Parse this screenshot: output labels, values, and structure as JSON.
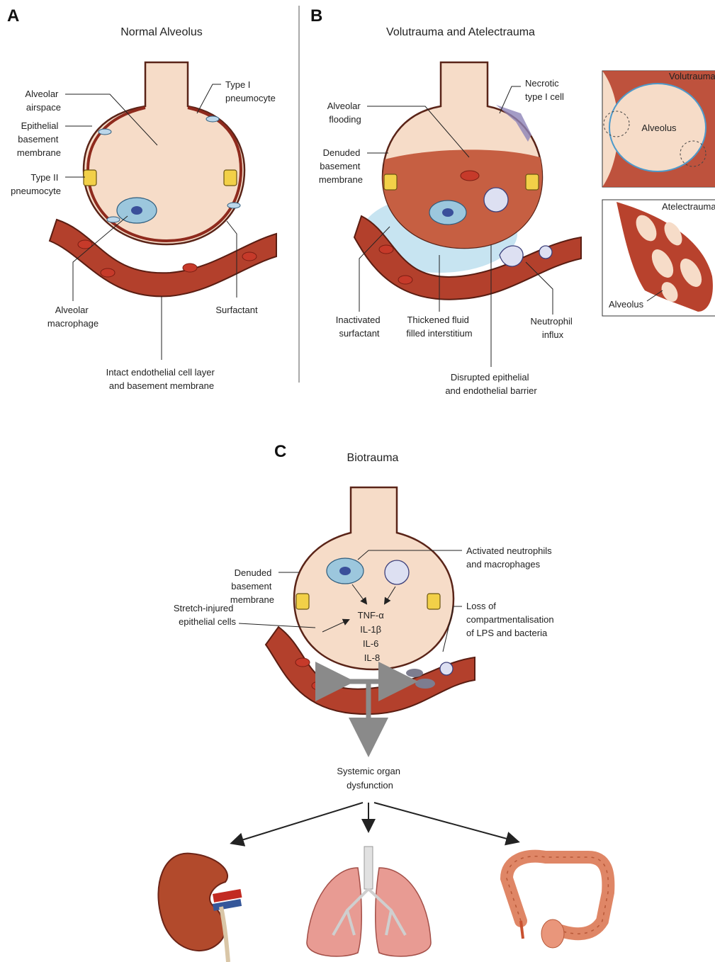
{
  "panels": {
    "a": {
      "letter": "A",
      "title": "Normal Alveolus",
      "labels": {
        "alveolar_airspace": [
          "Alveolar",
          "airspace"
        ],
        "epithelial_bm": [
          "Epithelial",
          "basement",
          "membrane"
        ],
        "type2": [
          "Type II",
          "pneumocyte"
        ],
        "type1": [
          "Type I",
          "pneumocyte"
        ],
        "macrophage": [
          "Alveolar",
          "macrophage"
        ],
        "surfactant": "Surfactant",
        "endothelial": [
          "Intact endothelial cell layer",
          "and basement membrane"
        ]
      }
    },
    "b": {
      "letter": "B",
      "title": "Volutrauma and Atelectrauma",
      "labels": {
        "flooding": [
          "Alveolar",
          "flooding"
        ],
        "denuded": [
          "Denuded",
          "basement",
          "membrane"
        ],
        "necrotic": [
          "Necrotic",
          "type I cell"
        ],
        "inactivated": [
          "Inactivated",
          "surfactant"
        ],
        "thickened": [
          "Thickened fluid",
          "filled interstitium"
        ],
        "neutrophil": [
          "Neutrophil",
          "influx"
        ],
        "disrupted": [
          "Disrupted epithelial",
          "and endothelial barrier"
        ]
      },
      "insets": {
        "volutrauma": "Volutrauma",
        "volutrauma_alveolus": "Alveolus",
        "atelectrauma": "Atelectrauma",
        "atelectrauma_alveolus": "Alveolus"
      }
    },
    "c": {
      "letter": "C",
      "title": "Biotrauma",
      "labels": {
        "denuded": [
          "Denuded",
          "basement",
          "membrane"
        ],
        "stretch": [
          "Stretch-injured",
          "epithelial cells"
        ],
        "activated": [
          "Activated neutrophils",
          "and macrophages"
        ],
        "loss": [
          "Loss of",
          "compartmentalisation",
          "of LPS and bacteria"
        ],
        "cytokines": [
          "TNF-α",
          "IL-1β",
          "IL-6",
          "IL-8"
        ],
        "systemic": [
          "Systemic organ",
          "dysfunction"
        ]
      }
    }
  }
}
